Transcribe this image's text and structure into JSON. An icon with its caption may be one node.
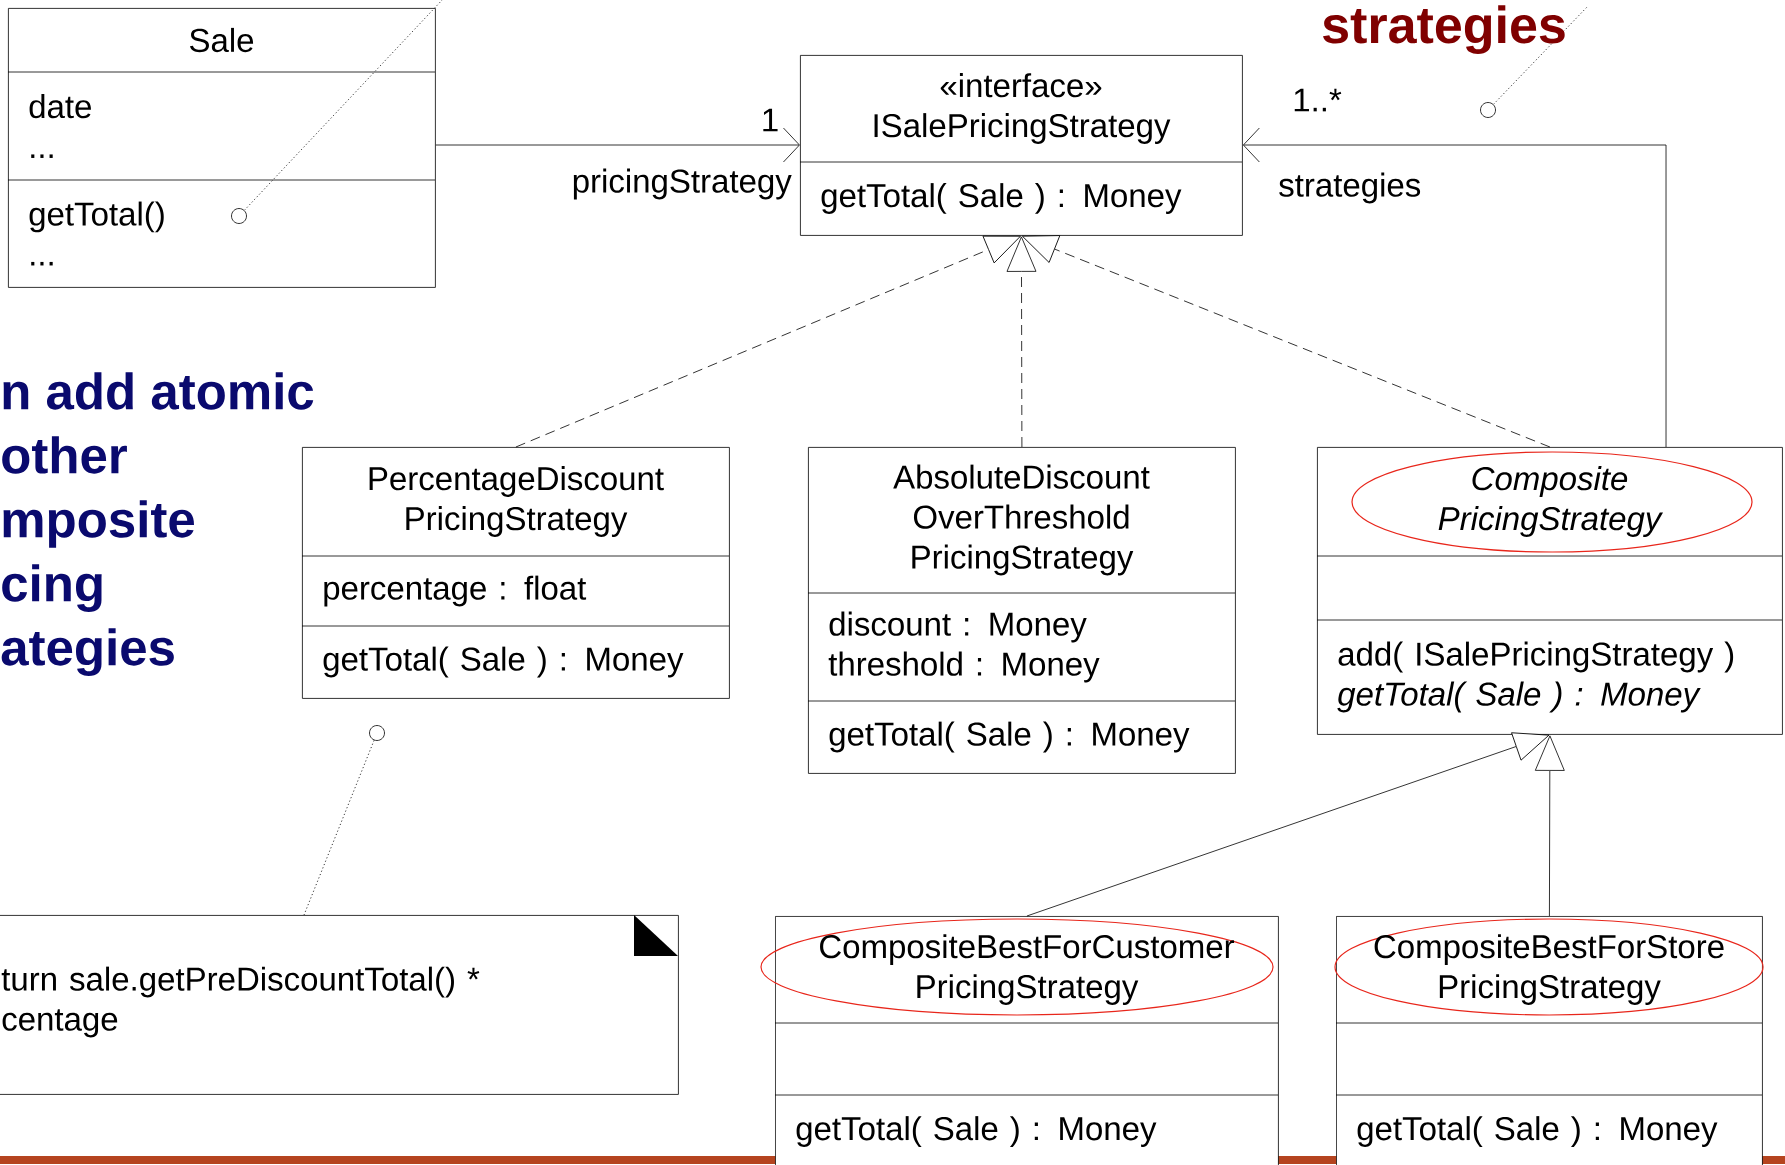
{
  "diagram": {
    "nodes": [
      {
        "text": [
          "Sale",
          "date ...",
          "getTotal() ..."
        ]
      },
      {
        "text": [
          "«interface» ISalePricingStrategy",
          "getTotal( Sale ) : Money"
        ]
      },
      {
        "text": [
          "PercentageDiscount PricingStrategy",
          "percentage : float",
          "getTotal( Sale ) : Money"
        ]
      },
      {
        "text": [
          "AbsoluteDiscount OverThreshold PricingStrategy",
          "discount : Money threshold : Money",
          "getTotal( Sale ) : Money"
        ]
      },
      {
        "text": [
          "Composite PricingStrategy",
          "add( ISalePricingStrategy ) *getTotal( Sale ) : Money*"
        ]
      },
      {
        "text": [
          "CompositeBestForCustomer PricingStrategy",
          "getTotal( Sale ) : Money"
        ]
      },
      {
        "text": [
          "CompositeBestForStore PricingStrategy",
          "getTotal( Sale ) : Money"
        ]
      },
      {
        "text": [
          "turn sale.getPreDiscountTotal() * centage"
        ]
      },
      {
        "text": [],
        "shape": "circle",
        "in": 0
      },
      {
        "text": [],
        "shape": "circle"
      },
      {
        "text": [],
        "shape": "circle"
      }
    ],
    "edges": [
      {
        "from": 0,
        "to": 1,
        "arrow": "to",
        "label": "pricingStrategy"
      },
      {
        "from": 2,
        "to": 1,
        "arrow": "to",
        "style": "dashed"
      },
      {
        "from": 3,
        "to": 1,
        "arrow": "to",
        "style": "dashed"
      },
      {
        "from": 4,
        "to": 1,
        "arrow": "to",
        "style": "dashed"
      },
      {
        "from": 4,
        "to": 1,
        "arrow": "to",
        "label": "strategies"
      },
      {
        "from": 5,
        "to": 4,
        "arrow": "to"
      },
      {
        "from": 6,
        "to": 4,
        "arrow": "to"
      },
      {
        "from": 8,
        "to": null,
        "arrow": "none",
        "style": "dashed"
      },
      {
        "from": 9,
        "to": null,
        "arrow": "none",
        "style": "dashed"
      },
      {
        "from": 10,
        "to": 7,
        "arrow": "none",
        "style": "dashed"
      }
    ],
    "labels": [
      "strategies",
      "1",
      "1..*",
      "n add atomic other mposite cing ategies"
    ]
  }
}
